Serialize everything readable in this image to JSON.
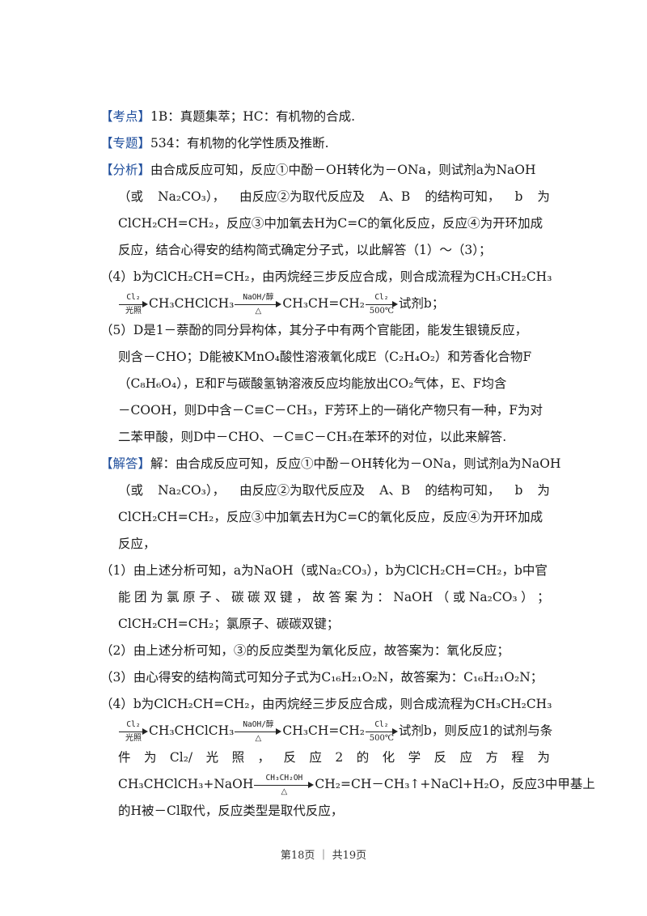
{
  "kaodian": {
    "tag": "【考点】",
    "text": "1B：真题集萃；HC：有机物的合成."
  },
  "zhuanti": {
    "tag": "【专题】",
    "text": "534：有机物的化学性质及推断."
  },
  "fenxi": {
    "tag": "【分析】",
    "p1": "由合成反应可知，反应①中酚－OH转化为－ONa，则试剂a为NaOH",
    "p2_words": [
      "（或",
      "Na₂CO₃），",
      "由反应②为取代反应及",
      "A、B",
      "的结构可知，",
      "b",
      "为"
    ],
    "p3": "ClCH₂CH=CH₂，反应③中加氧去H为C=C的氧化反应，反应④为开环加成",
    "p4": "反应，结合心得安的结构简式确定分子式，以此解答（1）～（3）；"
  },
  "fenxi4": {
    "p1": "（4）b为ClCH₂CH=CH₂，由丙烷经三步反应合成，则合成流程为CH₃CH₂CH₃",
    "seg1": "CH₃CHClCH₃",
    "seg2": "CH₃CH=CH₂",
    "seg3": "试剂b；"
  },
  "arrows": {
    "cl2_top": "Cl₂",
    "light_bottom": "光照",
    "naoh_top": "NaOH/醇",
    "heat_bottom": "△",
    "temp_bottom": "500℃",
    "ethanol_top": "CH₃CH₂OH"
  },
  "fenxi5": {
    "p1": "（5）D是1－萘酚的同分异构体，其分子中有两个官能团，能发生银镜反应，",
    "p2": "则含－CHO；D能被KMnO₄酸性溶液氧化成E（C₂H₄O₂）和芳香化合物F",
    "p3": "（C₈H₆O₄），E和F与碳酸氢钠溶液反应均能放出CO₂气体，E、F均含",
    "p4": "－COOH，则D中含－C≡C－CH₃，F芳环上的一硝化产物只有一种，F为对",
    "p5": "二苯甲酸，则D中－CHO、－C≡C－CH₃在苯环的对位，以此来解答."
  },
  "jieda": {
    "tag": "【解答】",
    "p1": "解：由合成反应可知，反应①中酚－OH转化为－ONa，则试剂a为NaOH",
    "p2_words": [
      "（或",
      "Na₂CO₃），",
      "由反应②为取代反应及",
      "A、B",
      "的结构可知，",
      "b",
      "为"
    ],
    "p3": "ClCH₂CH=CH₂，反应③中加氧去H为C=C的氧化反应，反应④为开环加成",
    "p4": "反应，"
  },
  "q1": {
    "p1": "（1）由上述分析可知，a为NaOH（或Na₂CO₃），b为ClCH₂CH=CH₂，b中官",
    "p2_words": [
      "能",
      "团",
      "为",
      "氯",
      "原",
      "子",
      "、",
      "碳",
      "碳",
      "双",
      "键",
      "，",
      "故",
      "答",
      "案",
      "为",
      "：",
      "NaOH",
      "（",
      "或",
      "Na₂CO₃",
      "）",
      "；"
    ],
    "p3": "ClCH₂CH=CH₂；氯原子、碳碳双键；"
  },
  "q2": {
    "p1": "（2）由上述分析可知，③的反应类型为氧化反应，故答案为：氧化反应；"
  },
  "q3": {
    "p1": "（3）由心得安的结构简式可知分子式为C₁₆H₂₁O₂N，故答案为：C₁₆H₂₁O₂N；"
  },
  "q4": {
    "p1": "（4）b为ClCH₂CH=CH₂，由丙烷经三步反应合成，则合成流程为CH₃CH₂CH₃",
    "seg1": "CH₃CHClCH₃",
    "seg2": "CH₃CH=CH₂",
    "seg3": "试剂b，则反应1的试剂与条",
    "p3_words": [
      "件",
      "为",
      "Cl₂/",
      "光",
      "照",
      "，",
      "反",
      "应",
      "2",
      "的",
      "化",
      "学",
      "反",
      "应",
      "方",
      "程",
      "为"
    ],
    "p4a": "CH₃CHClCH₃+NaOH",
    "p4b": "CH₂=CH－CH₃↑+NaCl+H₂O，反应3中甲基上",
    "p5": "的H被－Cl取代，反应类型是取代反应，"
  },
  "footer": {
    "text": "第18页 ｜ 共19页"
  }
}
